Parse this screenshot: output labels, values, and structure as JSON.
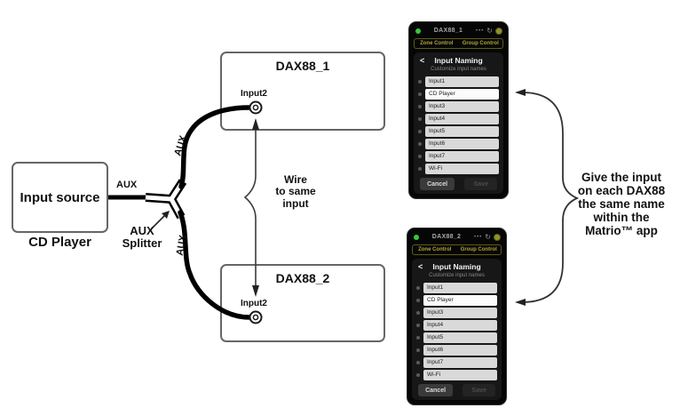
{
  "diagram": {
    "source_box": "Input source",
    "source_caption": "CD Player",
    "aux_wire_label": "AUX",
    "aux_top_label": "AUX",
    "aux_bottom_label": "AUX",
    "splitter_line1": "AUX",
    "splitter_line2": "Splitter",
    "dax1_title": "DAX88_1",
    "dax1_port": "Input2",
    "dax2_title": "DAX88_2",
    "dax2_port": "Input2",
    "wire_note_line1": "Wire",
    "wire_note_line2": "to same",
    "wire_note_line3": "input"
  },
  "annotation": {
    "line1": "Give the input",
    "line2": "on each DAX88",
    "line3": "the same name",
    "line4": "within the",
    "line5": "Matrio™ app"
  },
  "phones": [
    {
      "title": "DAX88_1",
      "menu_icon": "•••",
      "refresh_icon": "↻",
      "tab_zone": "Zone Control",
      "tab_group": "Group Control",
      "back_icon": "<",
      "screen_title": "Input Naming",
      "screen_subtitle": "Customize input names",
      "inputs": [
        "Input1",
        "CD Player",
        "Input3",
        "Input4",
        "Input5",
        "Input6",
        "Input7",
        "Wi-Fi"
      ],
      "cancel_label": "Cancel",
      "save_label": "Save"
    },
    {
      "title": "DAX88_2",
      "menu_icon": "•••",
      "refresh_icon": "↻",
      "tab_zone": "Zone Control",
      "tab_group": "Group Control",
      "back_icon": "<",
      "screen_title": "Input Naming",
      "screen_subtitle": "Customize input names",
      "inputs": [
        "Input1",
        "CD Player",
        "Input3",
        "Input4",
        "Input5",
        "Input6",
        "Input7",
        "Wi-Fi"
      ],
      "cancel_label": "Cancel",
      "save_label": "Save"
    }
  ],
  "colors": {
    "accent_olive": "#b0a73a",
    "status_green": "#35c93c",
    "status_yellow": "#8e932d",
    "wire_black": "#000000",
    "field_bg": "#d9d9d9",
    "field_highlight": "#fbfbfb"
  }
}
